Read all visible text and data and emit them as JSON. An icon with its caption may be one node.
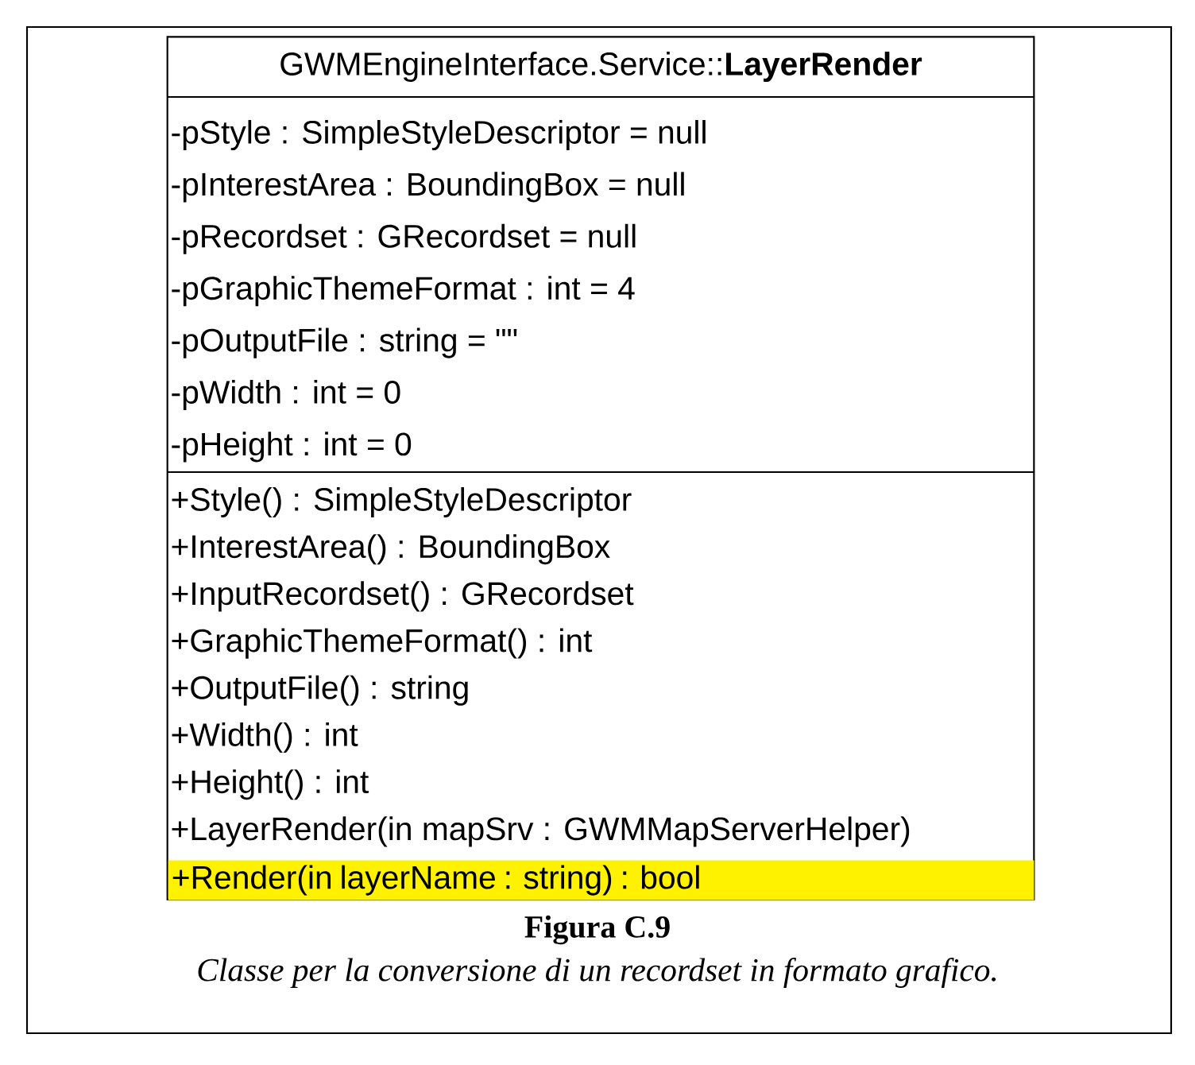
{
  "diagram": {
    "title": "Figura C.9",
    "caption": "Classe per la conversione di un recordset in formato grafico.",
    "nodes": [
      {
        "text": [
          "GWMEngineInterface.Service::**LayerRender**",
          "-pStyle : SimpleStyleDescriptor = null",
          "-pInterestArea : BoundingBox = null",
          "-pRecordset : GRecordset = null",
          "-pGraphicThemeFormat : int = 4",
          "-pOutputFile : string = \"\"",
          "-pWidth : int = 0",
          "-pHeight : int = 0",
          "+Style() : SimpleStyleDescriptor",
          "+InterestArea() : BoundingBox",
          "+InputRecordset() : GRecordset",
          "+GraphicThemeFormat() : int",
          "+OutputFile() : string",
          "+Width() : int",
          "+Height() : int",
          "+LayerRender(in mapSrv : GWMMapServerHelper)"
        ]
      },
      {
        "text": [
          "+Render(in layerName : string) : bool"
        ],
        "in": 0
      }
    ]
  }
}
